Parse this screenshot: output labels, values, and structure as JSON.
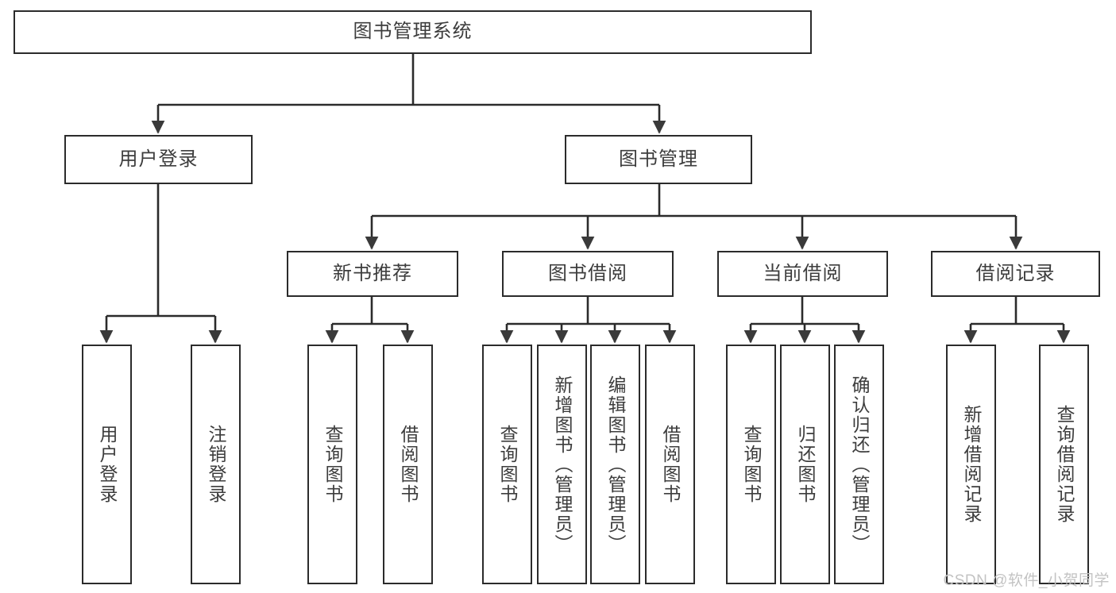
{
  "diagram": {
    "title": "图书管理系统",
    "watermark": "CSDN @软件_小贺同学",
    "colors": {
      "background": "#ffffff",
      "node_fill": "#ffffff",
      "node_border": "#2b2b2b",
      "edge": "#2b2b2b",
      "text": "#3d3d3d",
      "watermark": "#c3c3c3"
    },
    "root": {
      "label": "图书管理系统"
    },
    "level2": [
      {
        "label": "用户登录"
      },
      {
        "label": "图书管理"
      }
    ],
    "level3": [
      {
        "label": "新书推荐"
      },
      {
        "label": "图书借阅"
      },
      {
        "label": "当前借阅"
      },
      {
        "label": "借阅记录"
      }
    ],
    "leaves": {
      "user_login": [
        {
          "label": "用户登录"
        },
        {
          "label": "注销登录"
        }
      ],
      "new_book": [
        {
          "label": "查询图书"
        },
        {
          "label": "借阅图书"
        }
      ],
      "book_borrow": [
        {
          "label": "查询图书"
        },
        {
          "label": "新增图书（管理员）"
        },
        {
          "label": "编辑图书（管理员）"
        },
        {
          "label": "借阅图书"
        }
      ],
      "current_borrow": [
        {
          "label": "查询图书"
        },
        {
          "label": "归还图书"
        },
        {
          "label": "确认归还（管理员）"
        }
      ],
      "borrow_record": [
        {
          "label": "新增借阅记录"
        },
        {
          "label": "查询借阅记录"
        }
      ]
    }
  }
}
